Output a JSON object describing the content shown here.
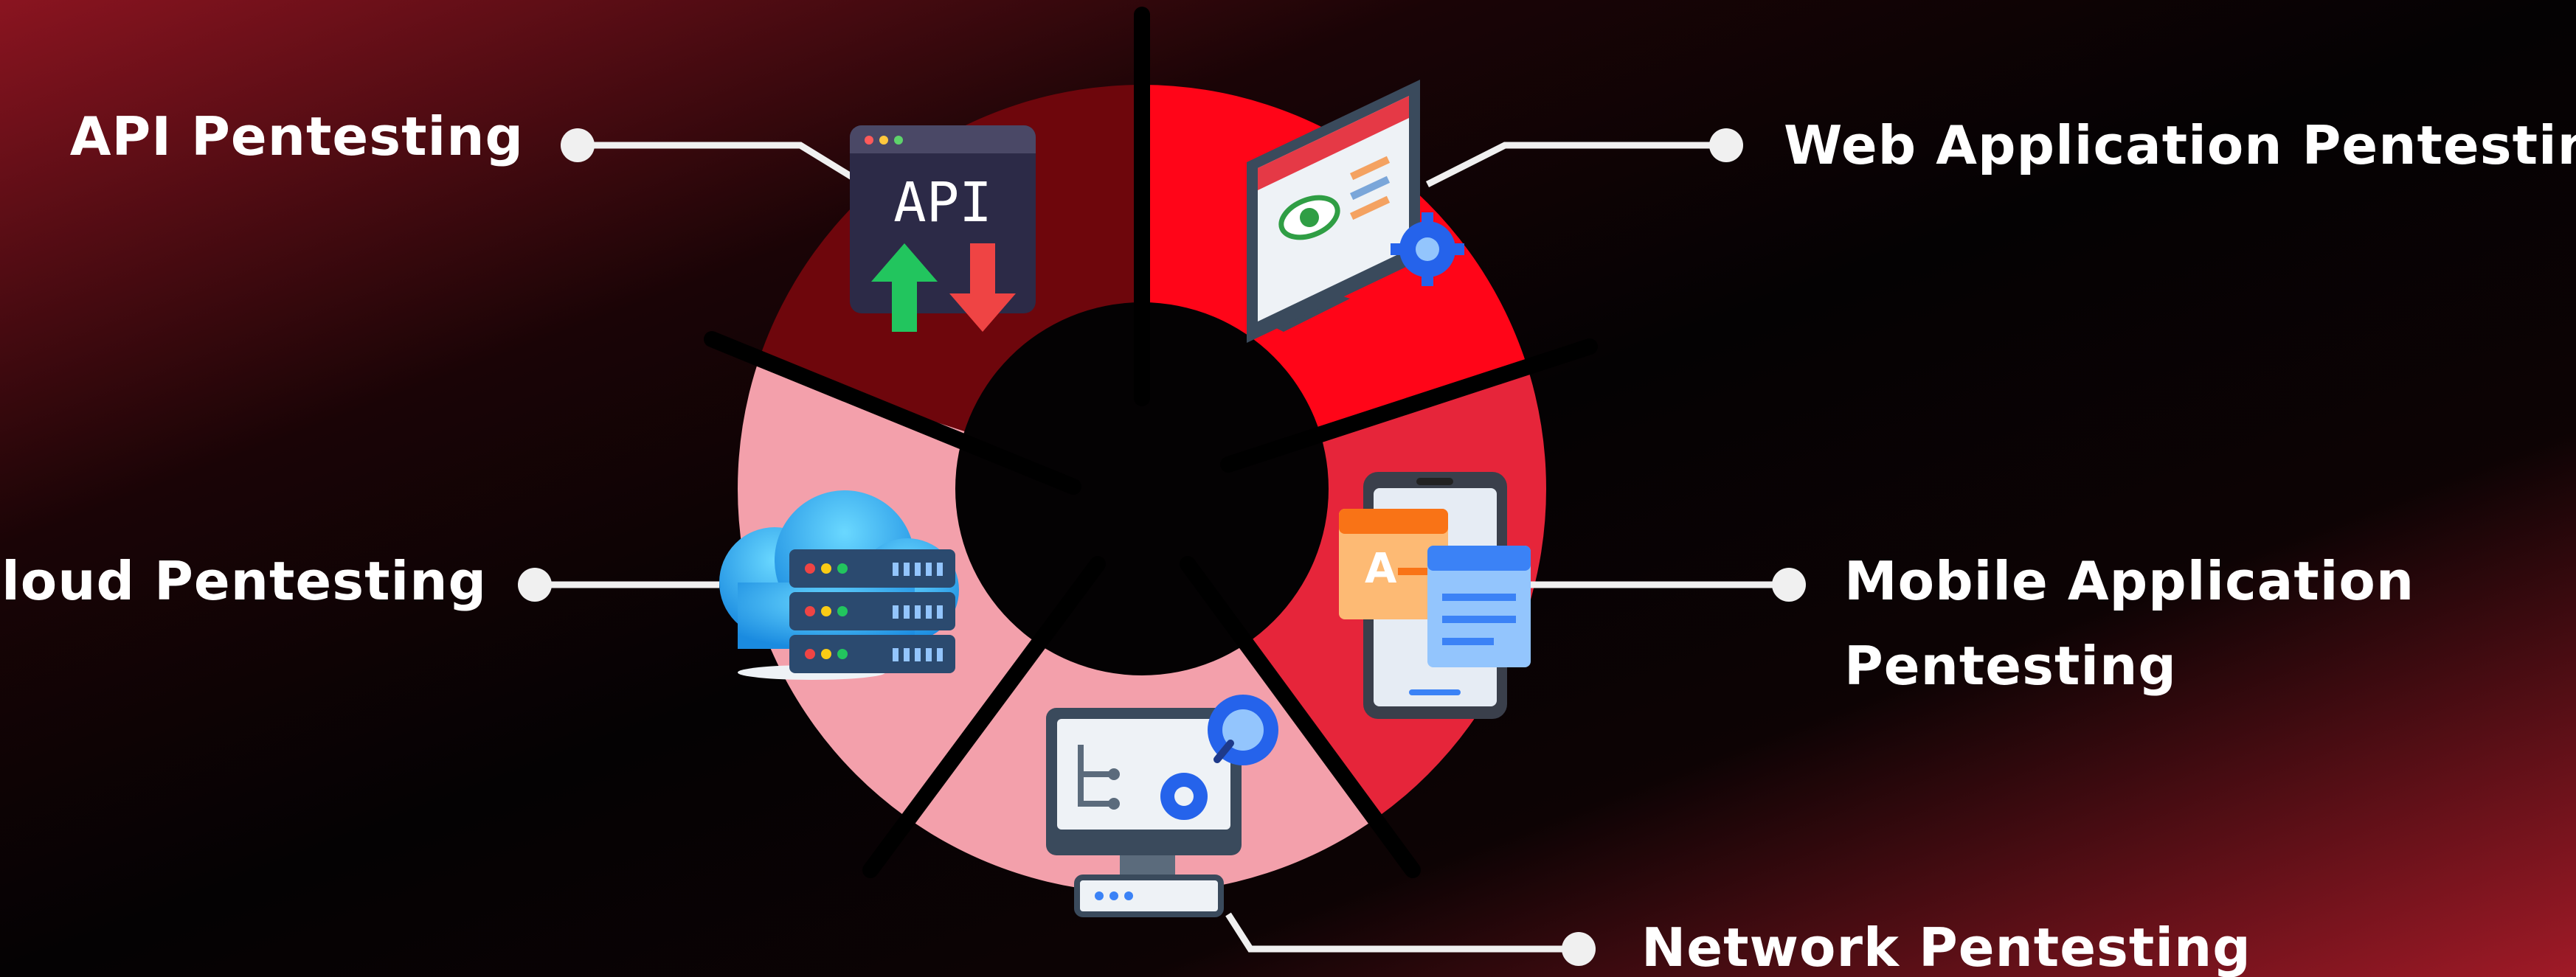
{
  "diagram": {
    "center_label": "",
    "segments": [
      {
        "key": "api",
        "label_lines": [
          "API Pentesting"
        ],
        "icon": "api-window-icon",
        "color": "#6e060c"
      },
      {
        "key": "web",
        "label_lines": [
          "Web Application Pentesting"
        ],
        "icon": "web-monitor-eye-icon",
        "color": "#ff0518"
      },
      {
        "key": "mobile",
        "label_lines": [
          "Mobile Application",
          "Pentesting"
        ],
        "icon": "mobile-app-icon",
        "color": "#e6253a"
      },
      {
        "key": "network",
        "label_lines": [
          "Network Pentesting"
        ],
        "icon": "network-monitor-icon",
        "color": "#f3a0ab"
      },
      {
        "key": "cloud",
        "label_lines": [
          "Cloud Pentesting"
        ],
        "icon": "cloud-server-icon",
        "color": "#f3a0ab"
      }
    ],
    "colors": {
      "background_dark": "#040203",
      "background_red": "#8a1420",
      "connector": "#f0f0f0",
      "divider": "#000000",
      "text": "#ffffff"
    }
  }
}
